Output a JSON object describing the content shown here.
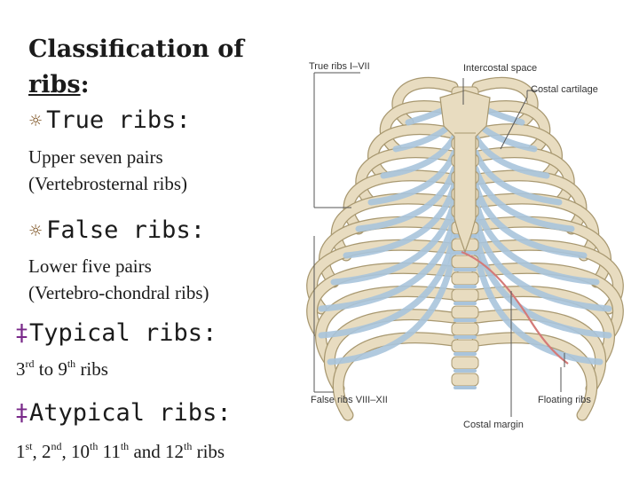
{
  "title": {
    "line1": "Classification of",
    "line2_word": "ribs",
    "line2_colon": ":"
  },
  "true_ribs": {
    "heading": "True ribs:",
    "line1": "Upper seven pairs",
    "line2": "(Vertebrosternal ribs)"
  },
  "false_ribs": {
    "heading": "False ribs:",
    "line1": "Lower five pairs",
    "line2": "(Vertebro-chondral ribs)"
  },
  "typical_ribs": {
    "heading": "Typical ribs:",
    "n1": "3",
    "s1": "rd",
    "to": " to ",
    "n2": "9",
    "s2": "th",
    "tail": " ribs"
  },
  "atypical_ribs": {
    "heading": "Atypical ribs:",
    "n1": "1",
    "s1": "st",
    "n2": ", 2",
    "s2": "nd",
    "n3": ", 10",
    "s3": "th",
    "n4": " 11",
    "s4": "th",
    "tail": " and 12",
    "s5": "th",
    "tail2": " ribs"
  },
  "symbols": {
    "ring": "☼",
    "cross": "‡"
  },
  "figure_labels": {
    "true_ribs": "True ribs I–VII",
    "intercostal": "Intercostal space",
    "costal_cartilage": "Costal cartilage",
    "false_ribs": "False ribs VIII–XII",
    "floating_ribs": "Floating ribs",
    "costal_margin": "Costal margin"
  },
  "colors": {
    "bone": "#e8dcc0",
    "bone_edge": "#a89870",
    "cartilage": "#a9c4dc",
    "margin": "#d47a78"
  }
}
